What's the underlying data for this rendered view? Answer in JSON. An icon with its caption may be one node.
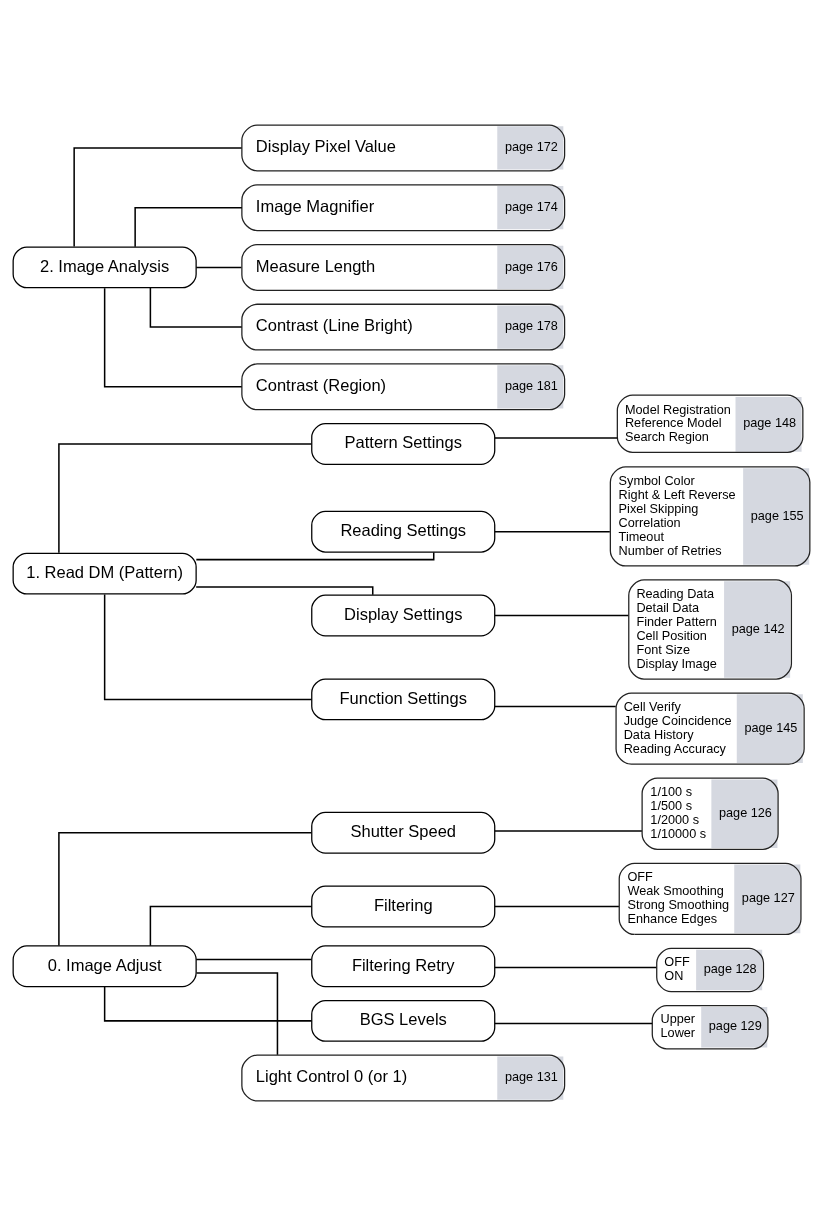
{
  "diagram": {
    "nodes": [
      {
        "text": [
          "0. Image Adjust"
        ]
      },
      {
        "text": [
          "Shutter Speed"
        ]
      },
      {
        "text": [
          "1/100 s",
          "1/500 s",
          "1/2000 s",
          "1/10000 s",
          "page 126"
        ]
      },
      {
        "text": [
          "Filtering"
        ]
      },
      {
        "text": [
          "OFF",
          "Weak Smoothing",
          "Strong Smoothing",
          "Enhance Edges",
          "page 127"
        ]
      },
      {
        "text": [
          "Filtering Retry"
        ]
      },
      {
        "text": [
          "OFF",
          "ON",
          "page 128"
        ]
      },
      {
        "text": [
          "BGS Levels"
        ]
      },
      {
        "text": [
          "Upper",
          "Lower",
          "page 129"
        ]
      },
      {
        "text": [
          "Light Control 0 (or 1)",
          "page 131"
        ]
      },
      {
        "text": [
          "1. Read DM (Pattern)"
        ]
      },
      {
        "text": [
          "Pattern Settings"
        ]
      },
      {
        "text": [
          "Model Registration",
          "Reference Model",
          "Search Region",
          "page 148"
        ]
      },
      {
        "text": [
          "Reading Settings"
        ]
      },
      {
        "text": [
          "Symbol Color",
          "Right & Left Reverse",
          "Pixel Skipping",
          "Correlation",
          "Timeout",
          "Number of Retries",
          "page 155"
        ]
      },
      {
        "text": [
          "Display Settings"
        ]
      },
      {
        "text": [
          "Reading Data",
          "Detail Data",
          "Finder Pattern",
          "Cell Position",
          "Font Size",
          "Display Image",
          "page 142"
        ]
      },
      {
        "text": [
          "Function Settings"
        ]
      },
      {
        "text": [
          "Cell Verify",
          "Judge Coincidence",
          "Data History",
          "Reading Accuracy",
          "page 145"
        ]
      },
      {
        "text": [
          "2. Image Analysis"
        ]
      },
      {
        "text": [
          "Display Pixel Value",
          "page 172"
        ]
      },
      {
        "text": [
          "Image Magnifier",
          "page 174"
        ]
      },
      {
        "text": [
          "Measure Length",
          "page 176"
        ]
      },
      {
        "text": [
          "Contrast (Line Bright)",
          "page 178"
        ]
      },
      {
        "text": [
          "Contrast (Region)",
          "page 181"
        ]
      }
    ],
    "edges": [
      {
        "from": 0,
        "to": 1,
        "arrow": "none"
      },
      {
        "from": 0,
        "to": 3,
        "arrow": "none"
      },
      {
        "from": 0,
        "to": 5,
        "arrow": "none"
      },
      {
        "from": 0,
        "to": 7,
        "arrow": "none"
      },
      {
        "from": 0,
        "to": 9,
        "arrow": "none"
      },
      {
        "from": 1,
        "to": 2,
        "arrow": "none"
      },
      {
        "from": 3,
        "to": 4,
        "arrow": "none"
      },
      {
        "from": 5,
        "to": 6,
        "arrow": "none"
      },
      {
        "from": 7,
        "to": 8,
        "arrow": "none"
      },
      {
        "from": 10,
        "to": 11,
        "arrow": "none"
      },
      {
        "from": 10,
        "to": 13,
        "arrow": "none"
      },
      {
        "from": 10,
        "to": 15,
        "arrow": "none"
      },
      {
        "from": 10,
        "to": 17,
        "arrow": "none"
      },
      {
        "from": 11,
        "to": 12,
        "arrow": "none"
      },
      {
        "from": 13,
        "to": 14,
        "arrow": "none"
      },
      {
        "from": 15,
        "to": 16,
        "arrow": "none"
      },
      {
        "from": 17,
        "to": 18,
        "arrow": "none"
      },
      {
        "from": 19,
        "to": 20,
        "arrow": "none"
      },
      {
        "from": 19,
        "to": 21,
        "arrow": "none"
      },
      {
        "from": 19,
        "to": 22,
        "arrow": "none"
      },
      {
        "from": 19,
        "to": 23,
        "arrow": "none"
      },
      {
        "from": 19,
        "to": 24,
        "arrow": "none"
      }
    ]
  }
}
